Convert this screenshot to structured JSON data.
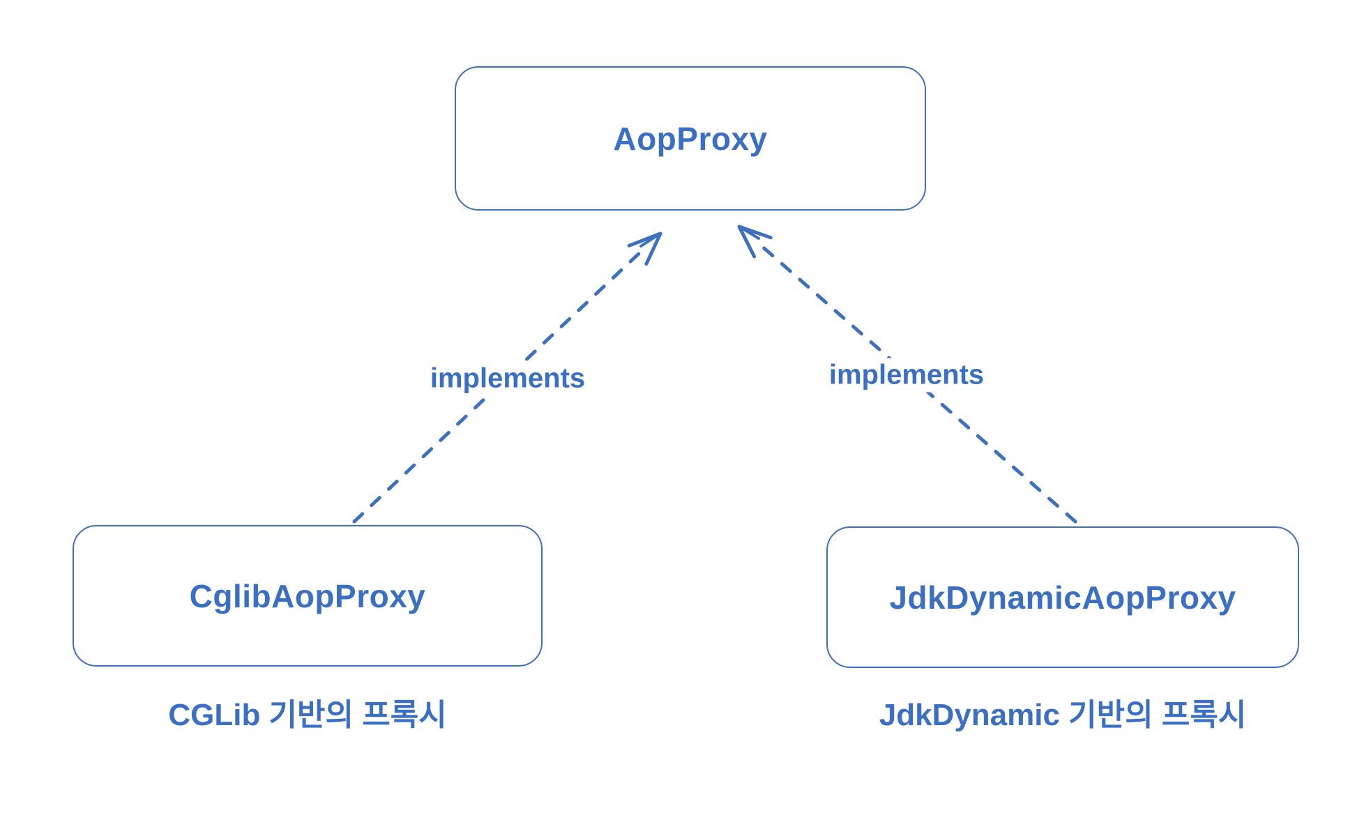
{
  "diagram": {
    "colors": {
      "accent": "#3b6fc3",
      "line": "#3e70bd",
      "background": "#ffffff"
    },
    "nodes": [
      {
        "id": "aop-proxy",
        "label": "AopProxy"
      },
      {
        "id": "cglib-aop-proxy",
        "label": "CglibAopProxy",
        "caption": "CGLib 기반의 프록시"
      },
      {
        "id": "jdk-dynamic-aop-proxy",
        "label": "JdkDynamicAopProxy",
        "caption": "JdkDynamic 기반의 프록시"
      }
    ],
    "edges": [
      {
        "from": "cglib-aop-proxy",
        "to": "aop-proxy",
        "label": "implements",
        "line_style": "dashed",
        "arrowhead": "open"
      },
      {
        "from": "jdk-dynamic-aop-proxy",
        "to": "aop-proxy",
        "label": "implements",
        "line_style": "dashed",
        "arrowhead": "open"
      }
    ]
  }
}
